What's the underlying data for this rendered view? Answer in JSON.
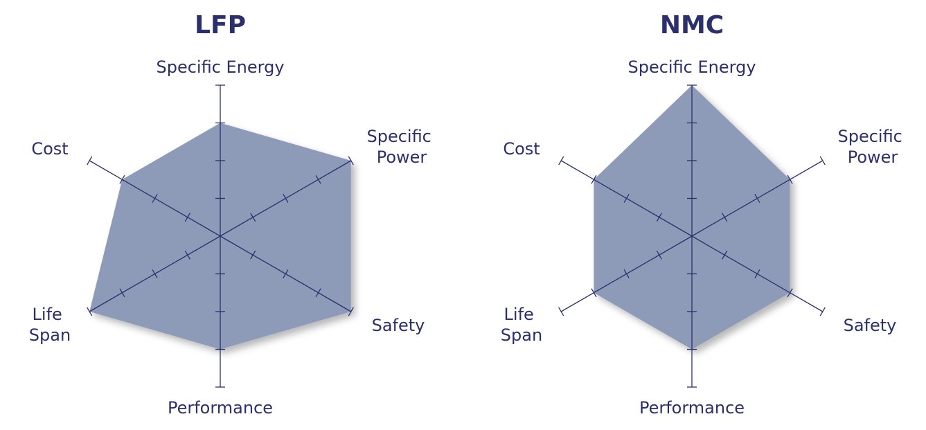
{
  "colors": {
    "text": "#2B2F6B",
    "axis": "#2B2F6B",
    "fill": "#8E9BB8",
    "background": "#FFFFFF"
  },
  "chart_data": [
    {
      "type": "radar",
      "title": "LFP",
      "axes": [
        {
          "key": "specific_energy",
          "lines": [
            "Specific Energy"
          ]
        },
        {
          "key": "specific_power",
          "lines": [
            "Specific",
            "Power"
          ]
        },
        {
          "key": "safety",
          "lines": [
            "Safety"
          ]
        },
        {
          "key": "performance",
          "lines": [
            "Performance"
          ]
        },
        {
          "key": "life_span",
          "lines": [
            "Life",
            "Span"
          ]
        },
        {
          "key": "cost",
          "lines": [
            "Cost"
          ]
        }
      ],
      "scale_max": 4,
      "tick_count": 4,
      "values": [
        3,
        4,
        4,
        3,
        4,
        3
      ]
    },
    {
      "type": "radar",
      "title": "NMC",
      "axes": [
        {
          "key": "specific_energy",
          "lines": [
            "Specific Energy"
          ]
        },
        {
          "key": "specific_power",
          "lines": [
            "Specific",
            "Power"
          ]
        },
        {
          "key": "safety",
          "lines": [
            "Safety"
          ]
        },
        {
          "key": "performance",
          "lines": [
            "Performance"
          ]
        },
        {
          "key": "life_span",
          "lines": [
            "Life",
            "Span"
          ]
        },
        {
          "key": "cost",
          "lines": [
            "Cost"
          ]
        }
      ],
      "scale_max": 4,
      "tick_count": 4,
      "values": [
        4,
        3,
        3,
        3,
        3,
        3
      ]
    }
  ]
}
